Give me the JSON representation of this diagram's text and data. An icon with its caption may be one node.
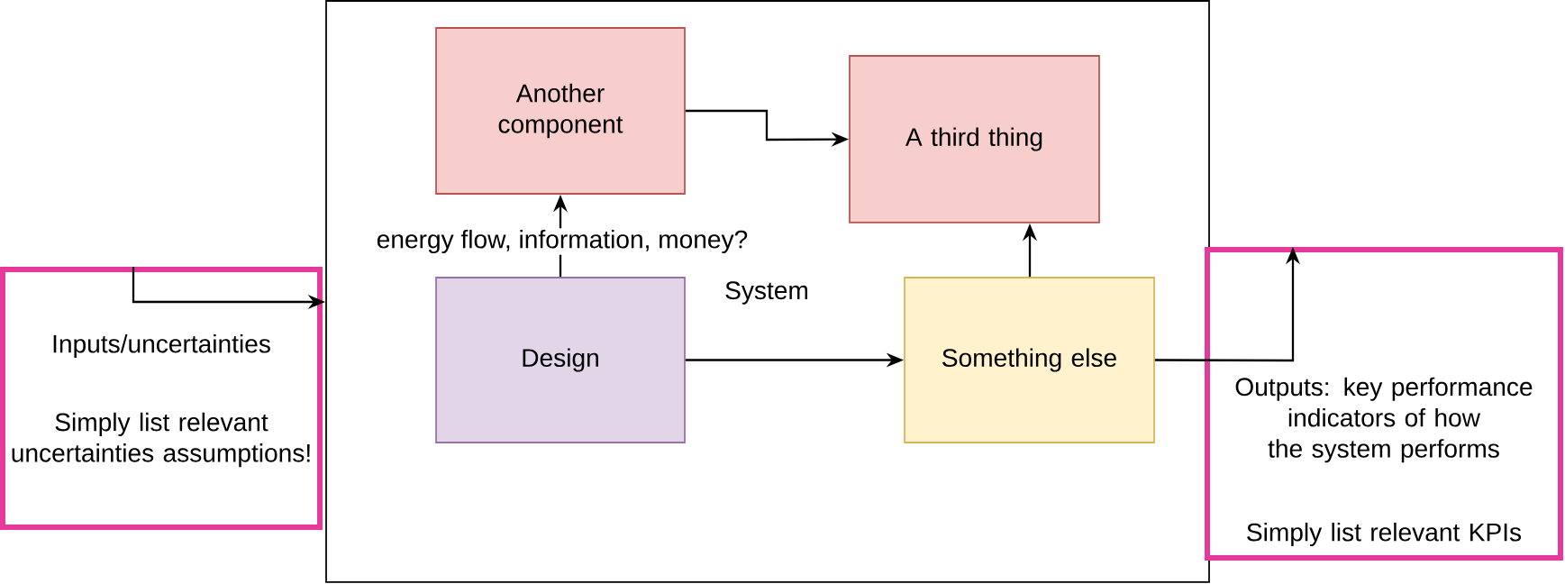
{
  "diagram": {
    "nodes": [
      {
        "text": [
          "Inputs/uncertainties",
          "Simply list relevant uncertainties assumptions!"
        ]
      },
      {
        "text": [
          "System"
        ]
      },
      {
        "text": [
          "Another component"
        ],
        "in": 1
      },
      {
        "text": [
          "A third thing"
        ],
        "in": 1
      },
      {
        "text": [
          "Design"
        ],
        "in": 1
      },
      {
        "text": [
          "Something else"
        ],
        "in": 1
      },
      {
        "text": [
          "Outputs: key performance indicators of how the system performs",
          "Simply list relevant KPIs"
        ]
      }
    ],
    "edges": [
      {
        "from": 0,
        "to": 1,
        "arrow": "to"
      },
      {
        "from": 2,
        "to": 3,
        "arrow": "to"
      },
      {
        "from": 4,
        "to": 2,
        "arrow": "to",
        "label": "energy flow, information, money?"
      },
      {
        "from": 4,
        "to": 5,
        "arrow": "to"
      },
      {
        "from": 5,
        "to": 3,
        "arrow": "to"
      },
      {
        "from": 5,
        "to": 6,
        "arrow": "to"
      }
    ]
  }
}
